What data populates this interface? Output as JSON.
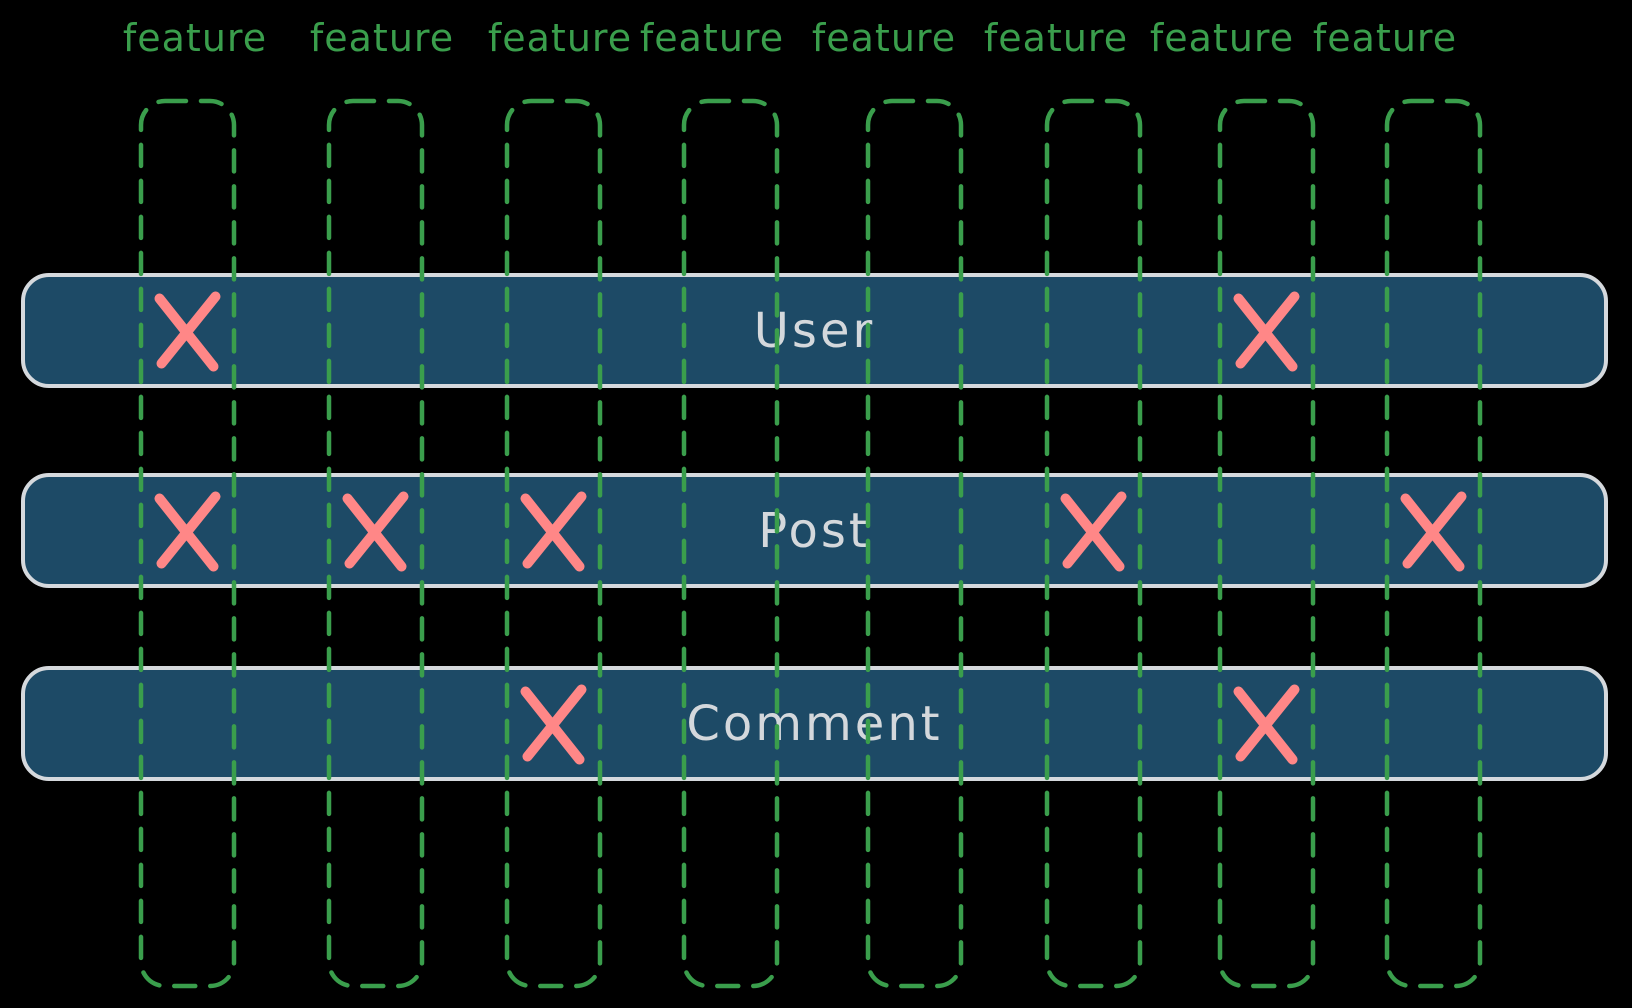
{
  "diagram": {
    "description": "feature-to-entity matrix diagram",
    "background": "#000000",
    "columns": {
      "count": 8,
      "labels": [
        "feature",
        "feature",
        "feature",
        "feature",
        "feature",
        "feature",
        "feature",
        "feature"
      ]
    },
    "rows": [
      {
        "label": "User",
        "marked_features": [
          1,
          7
        ]
      },
      {
        "label": "Post",
        "marked_features": [
          1,
          2,
          3,
          6,
          8
        ]
      },
      {
        "label": "Comment",
        "marked_features": [
          3,
          7
        ]
      }
    ],
    "mark_glyph": "X",
    "colors": {
      "column_stroke": "#3a9e4c",
      "column_label_text": "#3a9e4c",
      "bar_fill": "#1d4a66",
      "bar_border": "#d5d9dd",
      "bar_label_text": "#d4d8dc",
      "mark_color": "#ff8787"
    }
  }
}
